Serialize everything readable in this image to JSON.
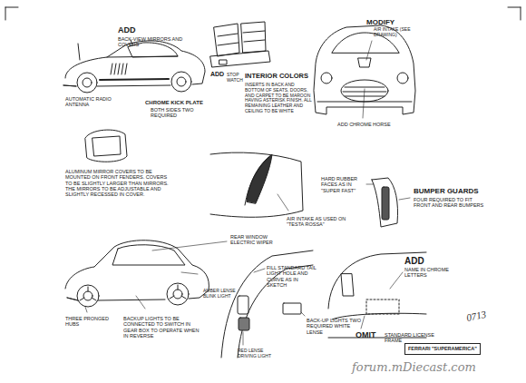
{
  "diagram": {
    "nodes": [
      {
        "text": [
          "FERRARI \"SUPERAMERICA\""
        ]
      }
    ],
    "labels": [
      "ADD",
      "BACK-VIEW MIRRORS AND COVERS",
      "AUTOMATIC RADIO ANTENNA",
      "CHROME KICK PLATE",
      "BOTH SIDES TWO REQUIRED",
      "ADD",
      "STOP WATCH",
      "INTERIOR COLORS",
      "INSERTS IN BACK AND BOTTOM OF SEATS, DOORS, AND CARPET TO BE MAROON HAVING ASTERISK FINISH. ALL REMAINING LEATHER AND CEILING TO BE WHITE",
      "MODIFY",
      "AIR INTAKE (SEE DRAWING)",
      "ADD CHROME HORSE",
      "ALUMINUM MIRROR COVERS TO BE MOUNTED ON FRONT FENDERS. COVERS TO BE SLIGHTLY LARGER THAN MIRRORS. THE MIRRORS TO BE ADJUSTABLE AND SLIGHTLY RECESSED IN COVER.",
      "AIR INTAKE AS USED ON \"TESTA ROSSA\"",
      "HARD RUBBER FACES AS IN \"SUPER FAST\"",
      "BUMPER GUARDS",
      "FOUR REQUIRED TO FIT FRONT AND REAR BUMPERS",
      "REAR WINDOW ELECTRIC WIPER",
      "THREE PRONGED HUBS",
      "BACKUP LIGHTS TO BE CONNECTED TO SWITCH IN GEAR BOX TO OPERATE WHEN IN REVERSE",
      "FILL STANDARD TAIL LIGHT HOLE AND CURVE AS IN SKETCH",
      "AMBER LENSE BLINK LIGHT",
      "RED LENSE DRIVING LIGHT",
      "BACK-UP LIGHTS TWO REQUIRED WHITE LENSE",
      "ADD",
      "NAME IN CHROME LETTERS",
      "OMIT",
      "STANDARD LICENSE FRAME",
      "0713",
      "forum.mDiecast.com"
    ]
  }
}
